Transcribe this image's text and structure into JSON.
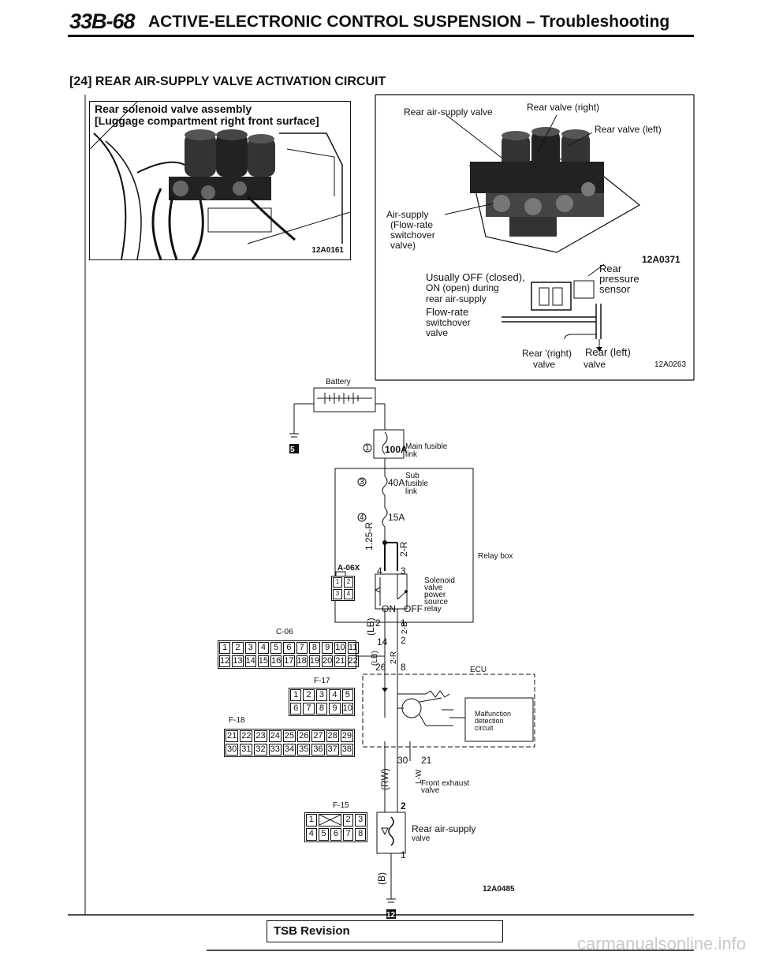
{
  "header": {
    "page_number": "33B-68",
    "title": "ACTIVE-ELECTRONIC CONTROL SUSPENSION – Troubleshooting"
  },
  "section": {
    "title": "[24] REAR AIR-SUPPLY VALVE ACTIVATION CIRCUIT"
  },
  "photo_left": {
    "caption_line1": "Rear solenoid valve assembly",
    "caption_line2": "[Luggage compartment right front surface]",
    "code": "12A0161"
  },
  "photo_right": {
    "label_rear_air_supply_valve": "Rear air-supply valve",
    "label_rear_valve_right": "Rear valve (right)",
    "label_rear_valve_left": "Rear valve (left)",
    "label_air_supply": "Air-supply",
    "label_flow_rate": "(Flow-rate",
    "label_switchover": "switchover",
    "label_valve": "valve)",
    "code": "12A0371"
  },
  "schematic_top": {
    "usually_off": "Usually OFF (closed),",
    "on_open": "ON (open) during",
    "rear_air_supply": "rear air-supply",
    "flow_rate": "Flow-rate",
    "switchover": "switchover",
    "valve": "valve",
    "rear": "Rear",
    "pressure": "pressure",
    "sensor": "sensor",
    "rear_right_valve_1": "Rear '(right)",
    "rear_right_valve_2": "valve",
    "rear_left_valve_1": "Rear (left)",
    "rear_left_valve_2": "valve",
    "code": "12A0263"
  },
  "wiring": {
    "battery": "Battery",
    "main_fusible": "Main fusible",
    "link": "link",
    "fuse_100a": "100A",
    "sub": "Sub",
    "fusible": "fusible",
    "link2": "link",
    "fuse_40a": "40A",
    "fuse_15a": "15A",
    "wire_125r": "1.25-R",
    "wire_2r": "2-R",
    "relay_box": "Relay box",
    "connector_a06x": "A-06X",
    "pin_4": "4",
    "pin_3": "3",
    "relay_label": [
      "Solenoid",
      "valve",
      "power",
      "source",
      "relay"
    ],
    "on": "ON",
    "off": "OFF",
    "wire_lb": "(LB)",
    "pin_2": "2",
    "wire_2b": "2-B",
    "pin_1": "1",
    "connector_c06": "C-06",
    "pin_14": "14",
    "pin_2b": "2",
    "pin_26": "26",
    "pin_8": "8",
    "wire_lb2": "(LB)",
    "wire_2r2": "2-R",
    "ecu": "ECU",
    "malfunction": [
      "Malfunction",
      "detection",
      "circuit"
    ],
    "connector_f17": "F-17",
    "connector_f18": "F-18",
    "pin_30": "30",
    "pin_21": "21",
    "wire_rw": "(RW)",
    "wire_lw": "L-W",
    "front_exhaust": "Front exhaust",
    "front_exhaust_valve": "valve",
    "connector_f15": "F-15",
    "pin_2c": "2",
    "pin_1c": "1",
    "rear_air_supply_valve": "Rear air-supply",
    "rear_air_supply_valve2": "valve",
    "wire_b": "(B)",
    "ground_5": "5",
    "ground_12": "12",
    "circle_1": "1",
    "circle_3": "3",
    "circle_4": "4",
    "code": "12A0485"
  },
  "connectors": {
    "c06_row1": [
      "1",
      "2",
      "3",
      "4",
      "5",
      "6",
      "7",
      "8",
      "9",
      "10",
      "11"
    ],
    "c06_row2": [
      "12",
      "13",
      "14",
      "15",
      "16",
      "17",
      "18",
      "19",
      "20",
      "21",
      "22"
    ],
    "f17_row1": [
      "1",
      "2",
      "3",
      "4",
      "5"
    ],
    "f17_row2": [
      "6",
      "7",
      "8",
      "9",
      "10"
    ],
    "f18_row1": [
      "21",
      "22",
      "23",
      "24",
      "25",
      "26",
      "27",
      "28",
      "29"
    ],
    "f18_row2": [
      "30",
      "31",
      "32",
      "33",
      "34",
      "35",
      "36",
      "37",
      "38"
    ],
    "f15_row1": [
      "1",
      "",
      "2",
      "3"
    ],
    "f15_row2": [
      "4",
      "5",
      "6",
      "7",
      "8"
    ],
    "a06x": [
      "1",
      "2",
      "3",
      "4"
    ]
  },
  "footer": {
    "text": "TSB Revision"
  },
  "watermark": "carmanualsonline.info"
}
